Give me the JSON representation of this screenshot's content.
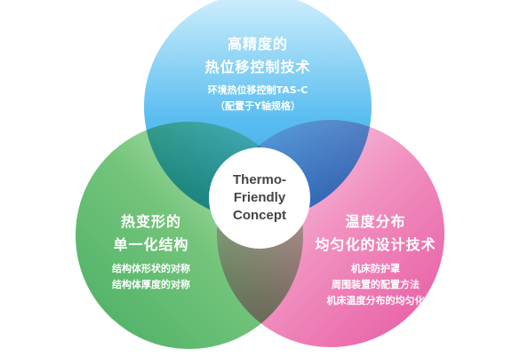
{
  "top": {
    "title_line1": "高精度的",
    "title_line2": "热位移控制技术",
    "sub_line1": "环境热位移控制TAS-C",
    "sub_line2": "（配置于Y轴规格）",
    "color_light": "#bfe8fb",
    "color_dark": "#1f9fe6"
  },
  "left": {
    "title_line1": "热变形的",
    "title_line2": "单一化结构",
    "sub_line1": "结构体形状的对称",
    "sub_line2": "结构体厚度的对称",
    "color_light": "#c9e8c0",
    "color_dark": "#2aa445"
  },
  "right": {
    "title_line1": "温度分布",
    "title_line2": "均匀化的设计技术",
    "sub_line1": "机床防护罩",
    "sub_line2": "周围装置的配置方法",
    "sub_line3": "机床温度分布的均匀化",
    "color_light": "#f8d5e8",
    "color_dark": "#e63a93"
  },
  "center": {
    "line1": "Thermo-",
    "line2": "Friendly",
    "line3": "Concept"
  }
}
